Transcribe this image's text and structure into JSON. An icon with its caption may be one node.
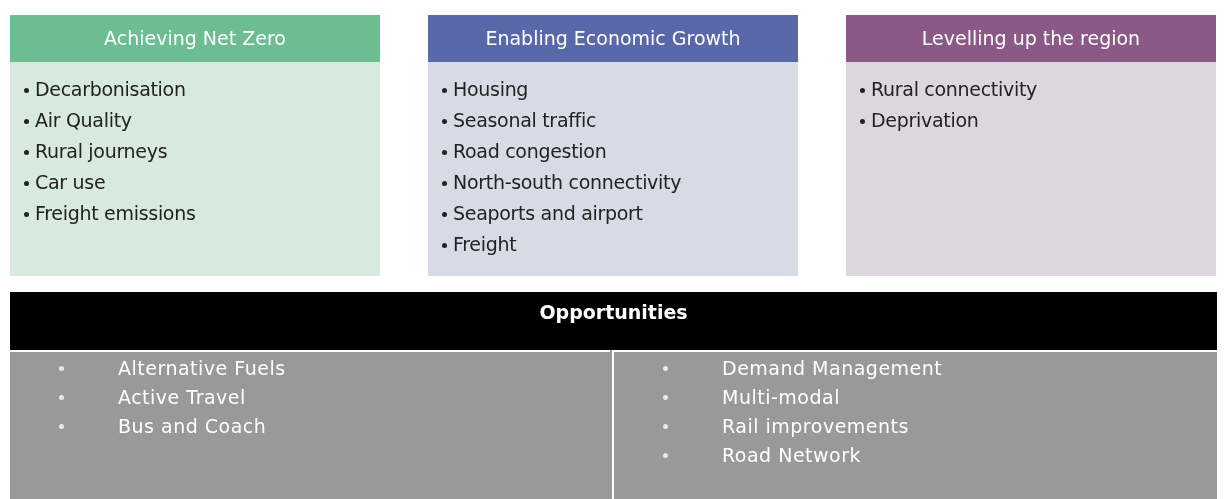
{
  "diagram": {
    "nodes": [
      {
        "text": [
          "Achieving Net Zero",
          "Decarbonisation",
          "Air Quality",
          "Rural journeys",
          "Car use",
          "Freight emissions"
        ]
      },
      {
        "text": [
          "Enabling Economic Growth",
          "Housing",
          "Seasonal traffic",
          "Road congestion",
          "North-south connectivity",
          "Seaports and airport",
          "Freight"
        ]
      },
      {
        "text": [
          "Levelling up the region",
          "Rural connectivity",
          "Deprivation"
        ]
      },
      {
        "text": [
          "Opportunities"
        ]
      },
      {
        "text": [
          "Alternative Fuels",
          "Active Travel",
          "Bus and Coach"
        ],
        "in": 3
      },
      {
        "text": [
          "Demand Management",
          "Multi-modal",
          "Rail improvements",
          "Road Network"
        ],
        "in": 3
      }
    ],
    "edges": []
  }
}
